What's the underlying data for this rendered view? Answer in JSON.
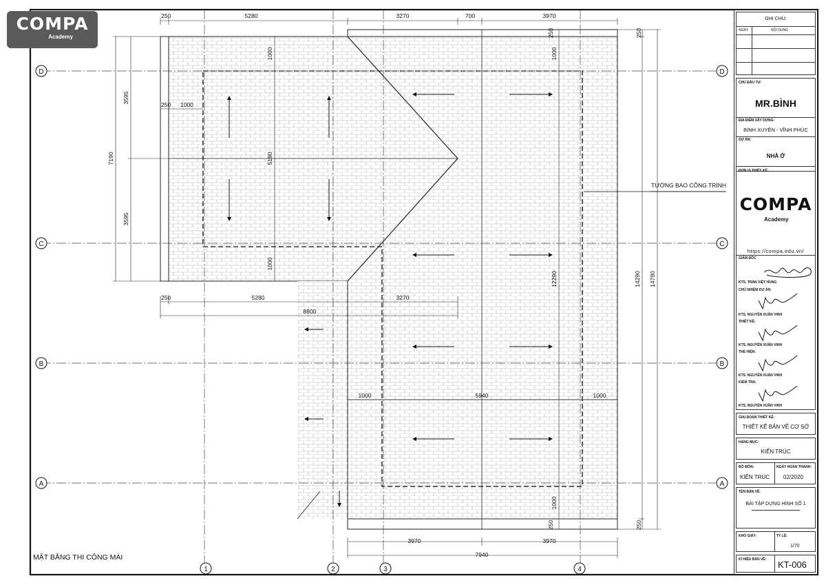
{
  "logo": {
    "brand": "COMPA",
    "sub": "Academy"
  },
  "drawing_title": "MẶT BẰNG THI CÔNG MÁI",
  "grid": {
    "vertical": [
      "1",
      "2",
      "3",
      "4"
    ],
    "horizontal": [
      "D",
      "C",
      "B",
      "A"
    ]
  },
  "dimensions": {
    "top": [
      "250",
      "5280",
      "3270",
      "700",
      "3970"
    ],
    "left": [
      "7190",
      "3595",
      "3595"
    ],
    "small_250": "250",
    "small_1000": "1000",
    "mid_row": [
      "250",
      "5280",
      "3270"
    ],
    "mid_total": "8800",
    "inner": [
      "1000",
      "5190",
      "1000",
      "12290",
      "1000",
      "1000"
    ],
    "right": [
      "250",
      "14290",
      "14790",
      "250"
    ],
    "lower_row": [
      "1000",
      "5940",
      "1000"
    ],
    "bottom": [
      "3970",
      "3970"
    ],
    "bottom_total": "7940"
  },
  "annotation": "TƯỜNG BAO CÔNG TRÌNH",
  "titleblock": {
    "notes_title": "GHI CHÚ:",
    "notes_cols": [
      "NGÀY",
      "NỘI DUNG"
    ],
    "owner_label": "CHỦ ĐẦU TƯ:",
    "owner": "MR.BÌNH",
    "location_label": "ĐỊA ĐIỂM XÂY DỰNG:",
    "location": "BÌNH XUYÊN - VĨNH PHÚC",
    "project_label": "DỰ ÁN:",
    "project": "NHÀ Ở",
    "designer_label": "ĐƠN VỊ THIẾT KẾ:",
    "url": "https://compa.edu.vn/",
    "director_label": "GIÁM ĐỐC",
    "director": "KTS. TRẦN VIỆT HÙNG",
    "pm_label": "CHỦ NHIỆM DỰ ÁN:",
    "pm": "KTS. NGUYỄN XUÂN VINH",
    "design_label": "THIẾT KẾ:",
    "design": "KTS. NGUYỄN XUÂN VINH",
    "drawn_label": "THỂ HIỆN:",
    "drawn": "KTS. NGUYỄN XUÂN VINH",
    "check_label": "KIỂM TRA:",
    "check": "KTS. NGUYỄN XUÂN VINH",
    "stage_label": "GIAI ĐOẠN THIẾT KẾ:",
    "stage": "THIẾT KẾ BẢN VẼ CƠ SỞ",
    "item_label": "HẠNG MỤC:",
    "item": "KIẾN TRÚC",
    "dept_label": "BỘ MÔN:",
    "dept": "KIẾN TRÚC",
    "date_label": "NGÀY HOÀN THÀNH:",
    "date": "02/2020",
    "name_label": "TÊN BẢN VẼ:",
    "name": "BÀI TẬP DỰNG HÌNH SỐ 1",
    "paper_label": "KHỔ GIẤY:",
    "scale_label": "TỶ LỆ:",
    "scale": "1/70",
    "code_label": "KÍ HIỆU BẢN VẼ:",
    "code": "KT-006"
  }
}
